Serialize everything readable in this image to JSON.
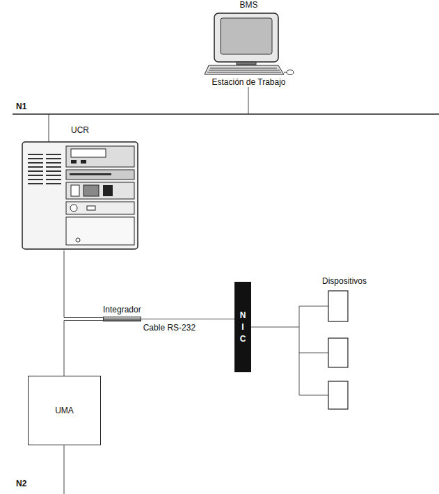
{
  "diagram": {
    "nodes": [
      {
        "text": [
          "BMS",
          "Estación de Trabajo"
        ]
      },
      {
        "text": [
          "UCR"
        ]
      },
      {
        "text": [
          "Integrador"
        ]
      },
      {
        "text": [
          "N I C"
        ]
      },
      {
        "text": [
          "UMA"
        ]
      }
    ],
    "edges": [
      {
        "from": 1,
        "to": 2,
        "arrow": "none"
      },
      {
        "from": 2,
        "to": 3,
        "label": "Cable RS-232",
        "arrow": "none"
      },
      {
        "from": 2,
        "to": 4,
        "arrow": "none"
      }
    ],
    "labels": [
      "N1",
      "Dispositivos",
      "N2"
    ]
  }
}
